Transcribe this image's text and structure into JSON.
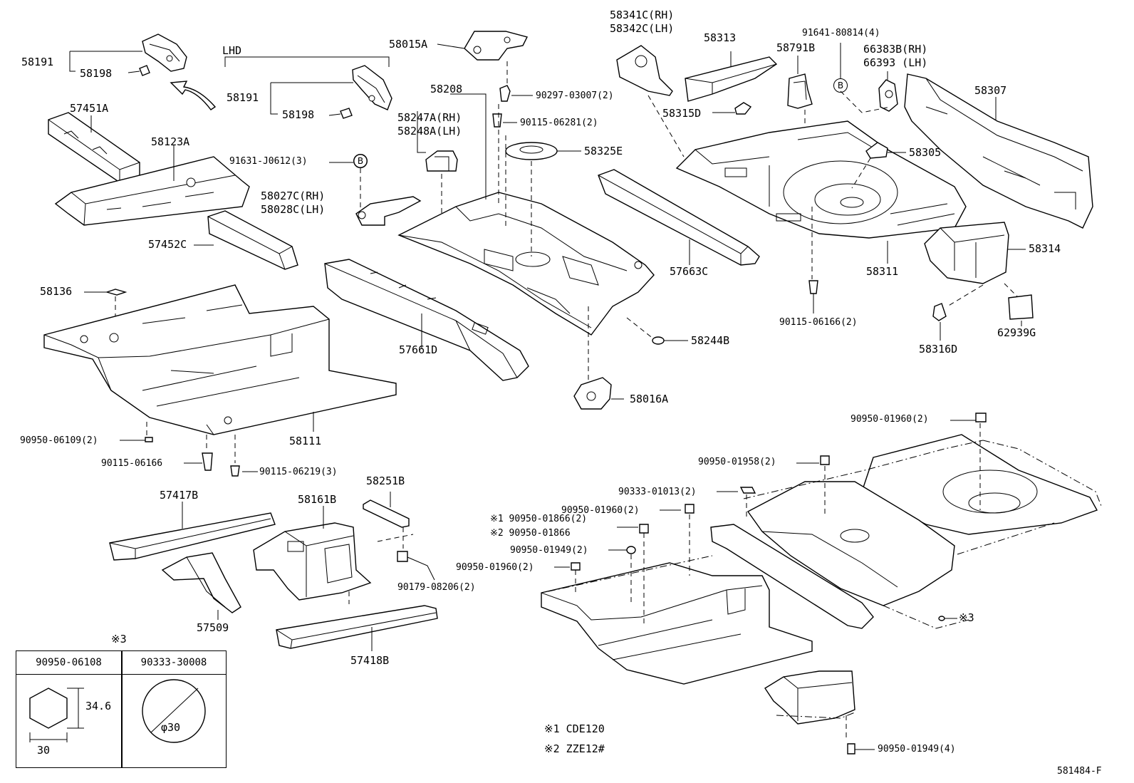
{
  "drawing_id": "581484-F",
  "lhd_label": "LHD",
  "callout_b": "B",
  "labels": {
    "p58191_a": "58191",
    "p58198_a": "58198",
    "p58191_b": "58191",
    "p58198_b": "58198",
    "p57451A": "57451A",
    "p58123A": "58123A",
    "p91631": "91631-J0612(3)",
    "p58027C": "58027C(RH)",
    "p58028C": "58028C(LH)",
    "p57452C": "57452C",
    "p58136": "58136",
    "p58111": "58111",
    "p90950_06109": "90950-06109(2)",
    "p90115_06166_a": "90115-06166",
    "p90115_06219": "90115-06219(3)",
    "p58015A": "58015A",
    "p58208": "58208",
    "p58247A": "58247A(RH)",
    "p58248A": "58248A(LH)",
    "p90297": "90297-03007(2)",
    "p90115_06281": "90115-06281(2)",
    "p58325E": "58325E",
    "p57661D": "57661D",
    "p58244B": "58244B",
    "p58016A": "58016A",
    "p57663C": "57663C",
    "p58341C": "58341C(RH)",
    "p58342C": "58342C(LH)",
    "p58313": "58313",
    "p58315D": "58315D",
    "p58791B": "58791B",
    "p91641": "91641-80814(4)",
    "p66383B": "66383B(RH)",
    "p66393": "66393  (LH)",
    "p58307": "58307",
    "p58305": "58305",
    "p58311": "58311",
    "p90115_06166_b": "90115-06166(2)",
    "p58314": "58314",
    "p58316D": "58316D",
    "p62939G": "62939G",
    "p57417B": "57417B",
    "p58161B": "58161B",
    "p58251B": "58251B",
    "p90179": "90179-08206(2)",
    "p57509": "57509",
    "p57418B": "57418B",
    "p90950_01960_a": "90950-01960(2)",
    "p90950_01958": "90950-01958(2)",
    "p90333_01013": "90333-01013(2)",
    "p90950_01960_b": "90950-01960(2)",
    "p90950_01866_a": "※1 90950-01866(2)",
    "p90950_01866_b": "※2 90950-01866",
    "p90950_01949_a": "90950-01949(2)",
    "p90950_01960_c": "90950-01960(2)",
    "p90950_01949_b": "90950-01949(4)",
    "p_ref3": "※3"
  },
  "table": {
    "title": "※3",
    "col1_header": "90950-06108",
    "col2_header": "90333-30008",
    "dim_height": "34.6",
    "dim_width": "30",
    "dim_diameter": "φ30"
  },
  "notes": {
    "note1": "※1  CDE120",
    "note2": "※2  ZZE12#"
  }
}
